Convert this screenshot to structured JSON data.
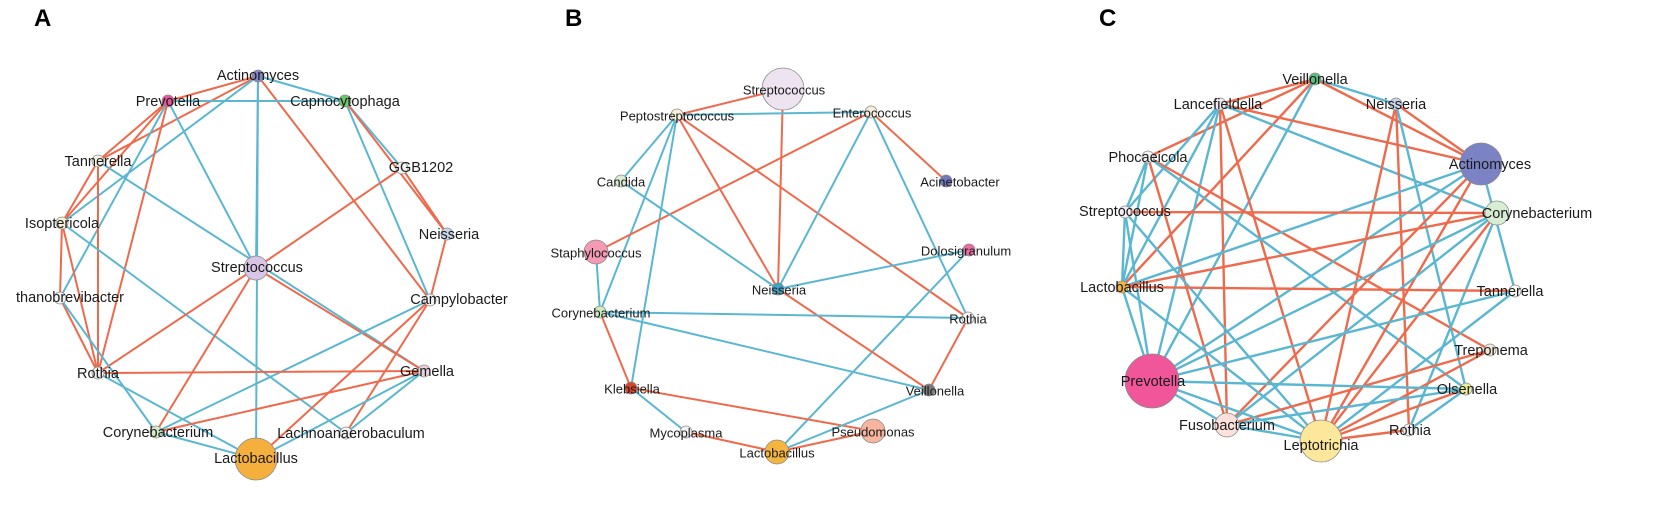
{
  "colors": {
    "positive": "#5BB7D1",
    "negative": "#EE6A4C",
    "node_stroke": "#8a8a8a"
  },
  "panels": [
    {
      "label": "A",
      "nodes": [
        {
          "id": "Actinomyces",
          "label": "Actinomyces",
          "color": "#8187C7",
          "size": "small"
        },
        {
          "id": "Prevotella",
          "label": "Prevotella",
          "color": "#E8559A",
          "size": "small"
        },
        {
          "id": "Capnocytophaga",
          "label": "Capnocytophaga",
          "color": "#6CC66C",
          "size": "small"
        },
        {
          "id": "Tannerella",
          "label": "Tannerella",
          "color": "#F3F1E4",
          "size": "small"
        },
        {
          "id": "GGB1202",
          "label": "GGB1202",
          "color": "#F2F2F2",
          "size": "small"
        },
        {
          "id": "Isoptericola",
          "label": "Isoptericola",
          "color": "#F5F0D2",
          "size": "small"
        },
        {
          "id": "Neisseria",
          "label": "Neisseria",
          "color": "#C9D7EC",
          "size": "small"
        },
        {
          "id": "Streptococcus",
          "label": "Streptococcus",
          "color": "#D9C6E6",
          "size": "medium"
        },
        {
          "id": "Methanobrevibacter",
          "label": "thanobrevibacter",
          "color": "#F2F2F2",
          "size": "small"
        },
        {
          "id": "Campylobacter",
          "label": "Campylobacter",
          "color": "#F2F2F2",
          "size": "small"
        },
        {
          "id": "Rothia",
          "label": "Rothia",
          "color": "#F2F2F2",
          "size": "small"
        },
        {
          "id": "Gemella",
          "label": "Gemella",
          "color": "#E8D2DC",
          "size": "small"
        },
        {
          "id": "Corynebacterium",
          "label": "Corynebacterium",
          "color": "#D3EAC7",
          "size": "small"
        },
        {
          "id": "Lachnoanaerobaculum",
          "label": "Lachnoanaerobaculum",
          "color": "#F2F2F2",
          "size": "small"
        },
        {
          "id": "Lactobacillus",
          "label": "Lactobacillus",
          "color": "#F5AF3D",
          "size": "large"
        }
      ],
      "edges": [
        [
          "Actinomyces",
          "Prevotella",
          "negative"
        ],
        [
          "Actinomyces",
          "Capnocytophaga",
          "positive"
        ],
        [
          "Actinomyces",
          "Streptococcus",
          "positive"
        ],
        [
          "Actinomyces",
          "Lactobacillus",
          "positive"
        ],
        [
          "Actinomyces",
          "Campylobacter",
          "negative"
        ],
        [
          "Actinomyces",
          "Tannerella",
          "negative"
        ],
        [
          "Actinomyces",
          "Isoptericola",
          "positive"
        ],
        [
          "Prevotella",
          "Capnocytophaga",
          "positive"
        ],
        [
          "Prevotella",
          "Tannerella",
          "negative"
        ],
        [
          "Prevotella",
          "Isoptericola",
          "negative"
        ],
        [
          "Prevotella",
          "Rothia",
          "negative"
        ],
        [
          "Prevotella",
          "Streptococcus",
          "positive"
        ],
        [
          "Prevotella",
          "Methanobrevibacter",
          "positive"
        ],
        [
          "Capnocytophaga",
          "GGB1202",
          "positive"
        ],
        [
          "Capnocytophaga",
          "Campylobacter",
          "positive"
        ],
        [
          "Capnocytophaga",
          "Neisseria",
          "negative"
        ],
        [
          "Tannerella",
          "Isoptericola",
          "negative"
        ],
        [
          "Tannerella",
          "Rothia",
          "negative"
        ],
        [
          "Tannerella",
          "Gemella",
          "positive"
        ],
        [
          "GGB1202",
          "Neisseria",
          "negative"
        ],
        [
          "GGB1202",
          "Streptococcus",
          "negative"
        ],
        [
          "Isoptericola",
          "Methanobrevibacter",
          "negative"
        ],
        [
          "Isoptericola",
          "Rothia",
          "negative"
        ],
        [
          "Isoptericola",
          "Lachnoanaerobaculum",
          "positive"
        ],
        [
          "Neisseria",
          "Campylobacter",
          "negative"
        ],
        [
          "Streptococcus",
          "Gemella",
          "negative"
        ],
        [
          "Streptococcus",
          "Rothia",
          "negative"
        ],
        [
          "Streptococcus",
          "Corynebacterium",
          "negative"
        ],
        [
          "Methanobrevibacter",
          "Rothia",
          "negative"
        ],
        [
          "Methanobrevibacter",
          "Corynebacterium",
          "positive"
        ],
        [
          "Campylobacter",
          "Corynebacterium",
          "positive"
        ],
        [
          "Campylobacter",
          "Lactobacillus",
          "negative"
        ],
        [
          "Campylobacter",
          "Lachnoanaerobaculum",
          "negative"
        ],
        [
          "Rothia",
          "Gemella",
          "negative"
        ],
        [
          "Rothia",
          "Lactobacillus",
          "positive"
        ],
        [
          "Gemella",
          "Corynebacterium",
          "negative"
        ],
        [
          "Gemella",
          "Lachnoanaerobaculum",
          "positive"
        ],
        [
          "Gemella",
          "Lactobacillus",
          "positive"
        ],
        [
          "Corynebacterium",
          "Lactobacillus",
          "positive"
        ]
      ]
    },
    {
      "label": "B",
      "nodes": [
        {
          "id": "Streptococcus",
          "label": "Streptococcus",
          "color": "#EDE3F1",
          "size": "large"
        },
        {
          "id": "Peptostreptococcus",
          "label": "Peptostreptococcus",
          "color": "#F7F2DA",
          "size": "small"
        },
        {
          "id": "Enterococcus",
          "label": "Enterococcus",
          "color": "#F7EEDC",
          "size": "small"
        },
        {
          "id": "Candida",
          "label": "Candida",
          "color": "#DDEDD3",
          "size": "small"
        },
        {
          "id": "Acinetobacter",
          "label": "Acinetobacter",
          "color": "#7179BD",
          "size": "small"
        },
        {
          "id": "Staphylococcus",
          "label": "Staphylococcus",
          "color": "#F49AB5",
          "size": "medium"
        },
        {
          "id": "Dolosigranulum",
          "label": "Dolosigranulum",
          "color": "#E96CA4",
          "size": "small"
        },
        {
          "id": "Neisseria",
          "label": "Neisseria",
          "color": "#3FA3C4",
          "size": "small"
        },
        {
          "id": "Corynebacterium",
          "label": "Corynebacterium",
          "color": "#CFEAC2",
          "size": "small"
        },
        {
          "id": "Rothia",
          "label": "Rothia",
          "color": "#F2F2F2",
          "size": "small"
        },
        {
          "id": "Klebsiella",
          "label": "Klebsiella",
          "color": "#D8442A",
          "size": "small"
        },
        {
          "id": "Veillonella",
          "label": "Veillonella",
          "color": "#7A7A7A",
          "size": "small"
        },
        {
          "id": "Mycoplasma",
          "label": "Mycoplasma",
          "color": "#F2F2F2",
          "size": "small"
        },
        {
          "id": "Pseudomonas",
          "label": "Pseudomonas",
          "color": "#F7B49E",
          "size": "medium"
        },
        {
          "id": "Lactobacillus",
          "label": "Lactobacillus",
          "color": "#F5B640",
          "size": "medium"
        }
      ],
      "edges": [
        [
          "Streptococcus",
          "Peptostreptococcus",
          "negative"
        ],
        [
          "Streptococcus",
          "Neisseria",
          "negative"
        ],
        [
          "Peptostreptococcus",
          "Enterococcus",
          "positive"
        ],
        [
          "Peptostreptococcus",
          "Candida",
          "positive"
        ],
        [
          "Peptostreptococcus",
          "Corynebacterium",
          "positive"
        ],
        [
          "Peptostreptococcus",
          "Klebsiella",
          "positive"
        ],
        [
          "Peptostreptococcus",
          "Neisseria",
          "negative"
        ],
        [
          "Peptostreptococcus",
          "Rothia",
          "negative"
        ],
        [
          "Enterococcus",
          "Staphylococcus",
          "negative"
        ],
        [
          "Enterococcus",
          "Acinetobacter",
          "negative"
        ],
        [
          "Enterococcus",
          "Neisseria",
          "positive"
        ],
        [
          "Enterococcus",
          "Rothia",
          "positive"
        ],
        [
          "Candida",
          "Neisseria",
          "positive"
        ],
        [
          "Staphylococcus",
          "Corynebacterium",
          "positive"
        ],
        [
          "Dolosigranulum",
          "Neisseria",
          "positive"
        ],
        [
          "Dolosigranulum",
          "Lactobacillus",
          "positive"
        ],
        [
          "Neisseria",
          "Veillonella",
          "negative"
        ],
        [
          "Corynebacterium",
          "Rothia",
          "positive"
        ],
        [
          "Corynebacterium",
          "Veillonella",
          "positive"
        ],
        [
          "Corynebacterium",
          "Klebsiella",
          "negative"
        ],
        [
          "Rothia",
          "Veillonella",
          "negative"
        ],
        [
          "Klebsiella",
          "Pseudomonas",
          "negative"
        ],
        [
          "Klebsiella",
          "Mycoplasma",
          "positive"
        ],
        [
          "Mycoplasma",
          "Lactobacillus",
          "negative"
        ],
        [
          "Veillonella",
          "Lactobacillus",
          "positive"
        ],
        [
          "Pseudomonas",
          "Lactobacillus",
          "negative"
        ]
      ]
    },
    {
      "label": "C",
      "nodes": [
        {
          "id": "Veillonella",
          "label": "Veillonella",
          "color": "#5BBF7F",
          "size": "small"
        },
        {
          "id": "Lancefieldella",
          "label": "Lancefieldella",
          "color": "#F2E8EE",
          "size": "small"
        },
        {
          "id": "Neisseria",
          "label": "Neisseria",
          "color": "#C8D3EC",
          "size": "small"
        },
        {
          "id": "Phocaeicola",
          "label": "Phocaeicola",
          "color": "#F2F2F2",
          "size": "small"
        },
        {
          "id": "Actinomyces",
          "label": "Actinomyces",
          "color": "#7C83C4",
          "size": "large"
        },
        {
          "id": "Streptococcus",
          "label": "Streptococcus",
          "color": "#F2EEF5",
          "size": "small"
        },
        {
          "id": "Corynebacterium",
          "label": "Corynebacterium",
          "color": "#D8EED3",
          "size": "medium"
        },
        {
          "id": "Lactobacillus",
          "label": "Lactobacillus",
          "color": "#F5B640",
          "size": "small"
        },
        {
          "id": "Tannerella",
          "label": "Tannerella",
          "color": "#FBFBF4",
          "size": "small"
        },
        {
          "id": "Treponema",
          "label": "Treponema",
          "color": "#F4E7D4",
          "size": "small"
        },
        {
          "id": "Prevotella",
          "label": "Prevotella",
          "color": "#F1559A",
          "size": "xlarge"
        },
        {
          "id": "Olsenella",
          "label": "Olsenella",
          "color": "#E8EF9B",
          "size": "small"
        },
        {
          "id": "Fusobacterium",
          "label": "Fusobacterium",
          "color": "#FBE0DC",
          "size": "medium"
        },
        {
          "id": "Leptotrichia",
          "label": "Leptotrichia",
          "color": "#FDE79A",
          "size": "large"
        },
        {
          "id": "Rothia",
          "label": "Rothia",
          "color": "#F2F2F2",
          "size": "small"
        }
      ],
      "edges": [
        [
          "Veillonella",
          "Lancefieldella",
          "negative"
        ],
        [
          "Veillonella",
          "Neisseria",
          "positive"
        ],
        [
          "Veillonella",
          "Lactobacillus",
          "negative"
        ],
        [
          "Veillonella",
          "Prevotella",
          "positive"
        ],
        [
          "Veillonella",
          "Actinomyces",
          "negative"
        ],
        [
          "Veillonella",
          "Phocaeicola",
          "negative"
        ],
        [
          "Lancefieldella",
          "Actinomyces",
          "negative"
        ],
        [
          "Lancefieldella",
          "Corynebacterium",
          "positive"
        ],
        [
          "Lancefieldella",
          "Lactobacillus",
          "positive"
        ],
        [
          "Lancefieldella",
          "Prevotella",
          "positive"
        ],
        [
          "Lancefieldella",
          "Leptotrichia",
          "negative"
        ],
        [
          "Lancefieldella",
          "Fusobacterium",
          "negative"
        ],
        [
          "Lancefieldella",
          "Streptococcus",
          "positive"
        ],
        [
          "Neisseria",
          "Actinomyces",
          "negative"
        ],
        [
          "Neisseria",
          "Rothia",
          "negative"
        ],
        [
          "Neisseria",
          "Leptotrichia",
          "negative"
        ],
        [
          "Neisseria",
          "Olsenella",
          "positive"
        ],
        [
          "Phocaeicola",
          "Fusobacterium",
          "negative"
        ],
        [
          "Phocaeicola",
          "Treponema",
          "negative"
        ],
        [
          "Phocaeicola",
          "Lactobacillus",
          "positive"
        ],
        [
          "Phocaeicola",
          "Streptococcus",
          "positive"
        ],
        [
          "Phocaeicola",
          "Olsenella",
          "positive"
        ],
        [
          "Actinomyces",
          "Lactobacillus",
          "positive"
        ],
        [
          "Actinomyces",
          "Prevotella",
          "positive"
        ],
        [
          "Actinomyces",
          "Fusobacterium",
          "negative"
        ],
        [
          "Actinomyces",
          "Leptotrichia",
          "negative"
        ],
        [
          "Actinomyces",
          "Tannerella",
          "positive"
        ],
        [
          "Streptococcus",
          "Corynebacterium",
          "negative"
        ],
        [
          "Streptococcus",
          "Lactobacillus",
          "positive"
        ],
        [
          "Streptococcus",
          "Prevotella",
          "positive"
        ],
        [
          "Streptococcus",
          "Leptotrichia",
          "positive"
        ],
        [
          "Corynebacterium",
          "Lactobacillus",
          "negative"
        ],
        [
          "Corynebacterium",
          "Prevotella",
          "positive"
        ],
        [
          "Corynebacterium",
          "Leptotrichia",
          "negative"
        ],
        [
          "Corynebacterium",
          "Rothia",
          "positive"
        ],
        [
          "Corynebacterium",
          "Fusobacterium",
          "positive"
        ],
        [
          "Lactobacillus",
          "Tannerella",
          "negative"
        ],
        [
          "Lactobacillus",
          "Prevotella",
          "positive"
        ],
        [
          "Lactobacillus",
          "Leptotrichia",
          "positive"
        ],
        [
          "Tannerella",
          "Prevotella",
          "positive"
        ],
        [
          "Tannerella",
          "Leptotrichia",
          "positive"
        ],
        [
          "Treponema",
          "Leptotrichia",
          "negative"
        ],
        [
          "Treponema",
          "Fusobacterium",
          "negative"
        ],
        [
          "Prevotella",
          "Olsenella",
          "positive"
        ],
        [
          "Prevotella",
          "Fusobacterium",
          "positive"
        ],
        [
          "Prevotella",
          "Leptotrichia",
          "positive"
        ],
        [
          "Olsenella",
          "Leptotrichia",
          "negative"
        ],
        [
          "Olsenella",
          "Fusobacterium",
          "positive"
        ],
        [
          "Olsenella",
          "Rothia",
          "positive"
        ],
        [
          "Fusobacterium",
          "Leptotrichia",
          "positive"
        ],
        [
          "Leptotrichia",
          "Rothia",
          "negative"
        ]
      ]
    }
  ]
}
